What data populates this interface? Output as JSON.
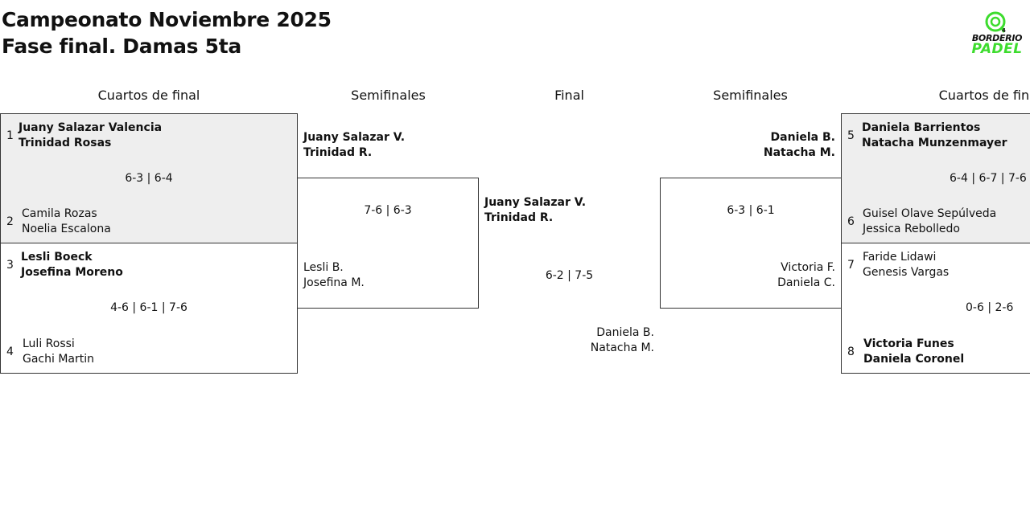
{
  "header": {
    "title_line1": "Campeonato Noviembre 2025",
    "title_line2": "Fase final. Damas 5ta"
  },
  "logo": {
    "top_text": "BORDERIO",
    "bottom_text": "PADEL",
    "accent_color": "#3ddc2e",
    "icon": "padel-racket-logo-icon"
  },
  "rounds": {
    "qf_left": "Cuartos de final",
    "sf_left": "Semifinales",
    "final": "Final",
    "sf_right": "Semifinales",
    "qf_right": "Cuartos de final"
  },
  "qf_left": [
    {
      "top": {
        "seed": "1",
        "p1": "Juany Salazar Valencia",
        "p2": "Trinidad Rosas"
      },
      "bottom": {
        "seed": "2",
        "p1": "Camila Rozas",
        "p2": "Noelia Escalona"
      },
      "score": "6-3 | 6-4"
    },
    {
      "top": {
        "seed": "3",
        "p1": "Lesli Boeck",
        "p2": "Josefina Moreno"
      },
      "bottom": {
        "seed": "4",
        "p1": "Luli Rossi",
        "p2": "Gachi Martin"
      },
      "score": "4-6 | 6-1 | 7-6"
    }
  ],
  "qf_right": [
    {
      "top": {
        "seed": "5",
        "p1": "Daniela Barrientos",
        "p2": "Natacha Munzenmayer"
      },
      "bottom": {
        "seed": "6",
        "p1": "Guisel Olave Sepúlveda",
        "p2": "Jessica Rebolledo"
      },
      "score": "6-4 | 6-7 | 7-6"
    },
    {
      "top": {
        "seed": "7",
        "p1": "Faride Lidawi",
        "p2": "Genesis Vargas"
      },
      "bottom": {
        "seed": "8",
        "p1": "Victoria Funes",
        "p2": "Daniela Coronel"
      },
      "score": "0-6 | 2-6"
    }
  ],
  "sf_left": {
    "top": {
      "p1": "Juany Salazar V.",
      "p2": "Trinidad R."
    },
    "bottom": {
      "p1": "Lesli B.",
      "p2": "Josefina M."
    },
    "score": "7-6 | 6-3"
  },
  "sf_right": {
    "top": {
      "p1": "Daniela B.",
      "p2": "Natacha M."
    },
    "bottom": {
      "p1": "Victoria F.",
      "p2": "Daniela C."
    },
    "score": "6-3 | 6-1"
  },
  "final": {
    "top": {
      "p1": "Juany Salazar V.",
      "p2": "Trinidad R."
    },
    "bottom": {
      "p1": "Daniela B.",
      "p2": "Natacha M."
    },
    "score": "6-2 | 7-5"
  }
}
